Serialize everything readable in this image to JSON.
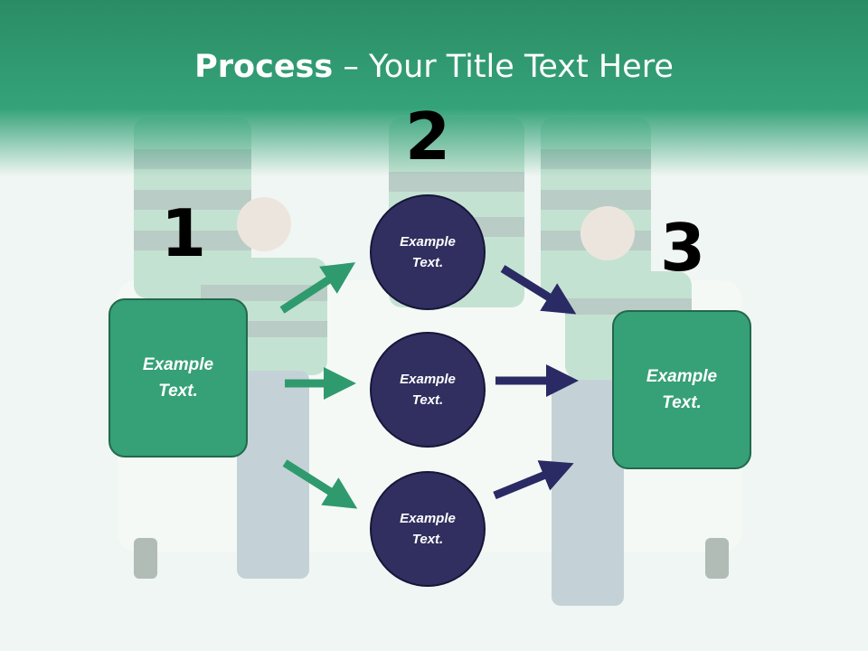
{
  "slide": {
    "title_bold": "Process",
    "title_rest": " – Your Title Text Here"
  },
  "steps": {
    "num1": "1",
    "num2": "2",
    "num3": "3"
  },
  "boxes": {
    "left_text": "Example Text.",
    "right_text": "Example Text."
  },
  "circles": {
    "top_text": "Example Text.",
    "middle_text": "Example Text.",
    "bottom_text": "Example Text."
  },
  "colors": {
    "header_green": "#35a37a",
    "box_green": "#36a077",
    "circle_navy": "#302f5f",
    "arrow_green": "#2f9a6e",
    "arrow_navy": "#2a2a64"
  }
}
